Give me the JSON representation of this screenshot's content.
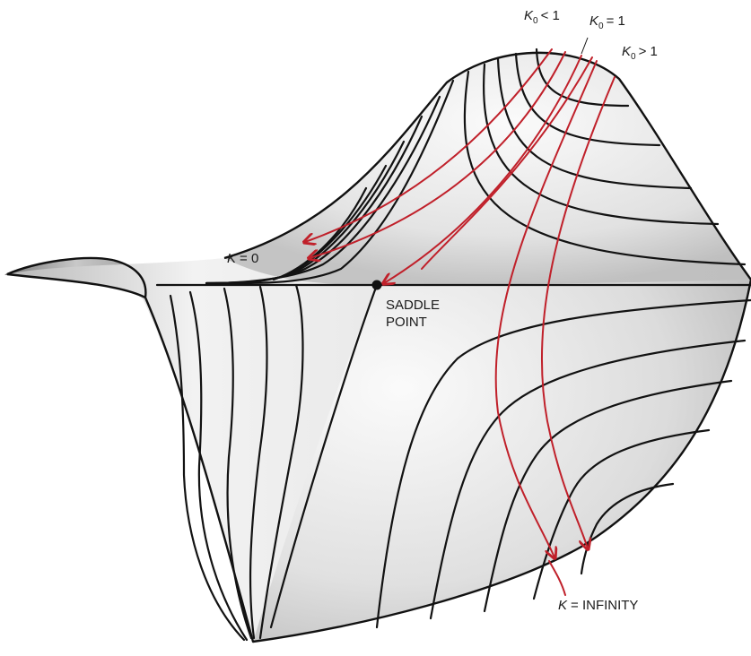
{
  "labels": {
    "k0_less": {
      "var": "K",
      "sub": "0",
      "rel": "< 1"
    },
    "k0_equal": {
      "var": "K",
      "sub": "0",
      "rel": "= 1"
    },
    "k0_greater": {
      "var": "K",
      "sub": "0",
      "rel": "> 1"
    },
    "k_zero": {
      "var": "K",
      "rel": "= 0"
    },
    "saddle_line1": "SADDLE",
    "saddle_line2": "POINT",
    "k_infinity": {
      "var": "K",
      "rel": "= INFINITY"
    }
  },
  "colors": {
    "contour": "#121212",
    "trajectory": "#c0202a",
    "surface_light": "#f4f4f4",
    "surface_shadow": "#9a9a9a"
  }
}
